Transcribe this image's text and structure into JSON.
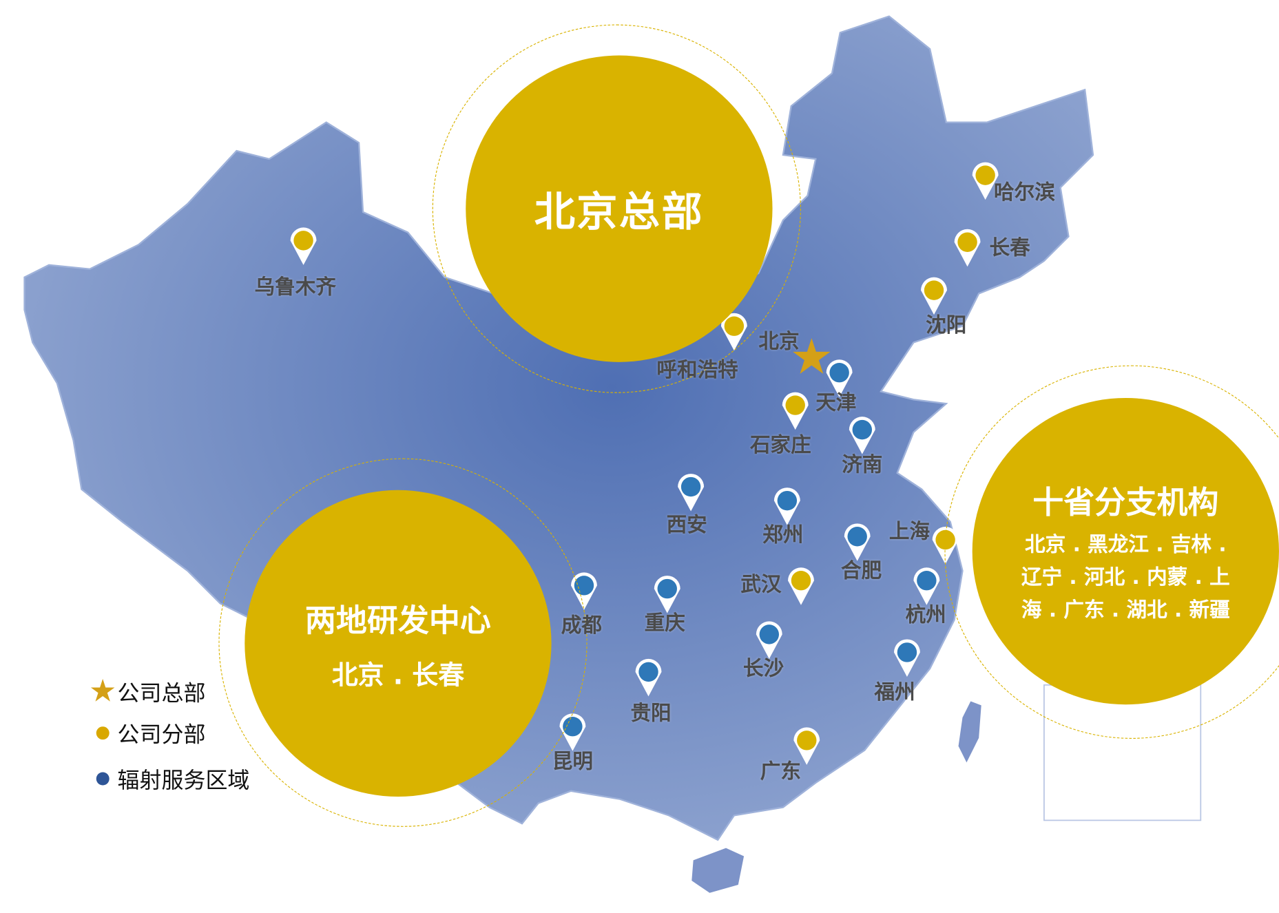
{
  "colors": {
    "gold": "#d9b300",
    "blue": "#2e78b8",
    "star": "#d4a017",
    "map_center": "#4f6fb3",
    "map_edge": "#8fa4d0"
  },
  "hq_bubble": {
    "title": "北京总部"
  },
  "rd_bubble": {
    "title": "两地研发中心",
    "sub": "北京 . 长春"
  },
  "branch_bubble": {
    "title": "十省分支机构",
    "list": "北京 . 黑龙江 . 吉林 . 辽宁 . 河北 . 内蒙 . 上海 . 广东 . 湖北 . 新疆"
  },
  "legend": [
    {
      "icon": "star-icon",
      "label": "公司总部"
    },
    {
      "icon": "gold-dot-icon",
      "label": "公司分部"
    },
    {
      "icon": "blue-dot-icon",
      "label": "辐射服务区域"
    }
  ],
  "cities": [
    {
      "name": "乌鲁木齐",
      "type": "branch"
    },
    {
      "name": "哈尔滨",
      "type": "branch"
    },
    {
      "name": "长春",
      "type": "branch"
    },
    {
      "name": "沈阳",
      "type": "branch"
    },
    {
      "name": "呼和浩特",
      "type": "branch"
    },
    {
      "name": "北京",
      "type": "headquarters"
    },
    {
      "name": "天津",
      "type": "service"
    },
    {
      "name": "石家庄",
      "type": "branch"
    },
    {
      "name": "济南",
      "type": "service"
    },
    {
      "name": "西安",
      "type": "service"
    },
    {
      "name": "郑州",
      "type": "service"
    },
    {
      "name": "上海",
      "type": "branch"
    },
    {
      "name": "合肥",
      "type": "service"
    },
    {
      "name": "武汉",
      "type": "branch"
    },
    {
      "name": "杭州",
      "type": "service"
    },
    {
      "name": "成都",
      "type": "service"
    },
    {
      "name": "重庆",
      "type": "service"
    },
    {
      "name": "长沙",
      "type": "service"
    },
    {
      "name": "福州",
      "type": "service"
    },
    {
      "name": "贵阳",
      "type": "service"
    },
    {
      "name": "昆明",
      "type": "service"
    },
    {
      "name": "广东",
      "type": "branch"
    }
  ]
}
